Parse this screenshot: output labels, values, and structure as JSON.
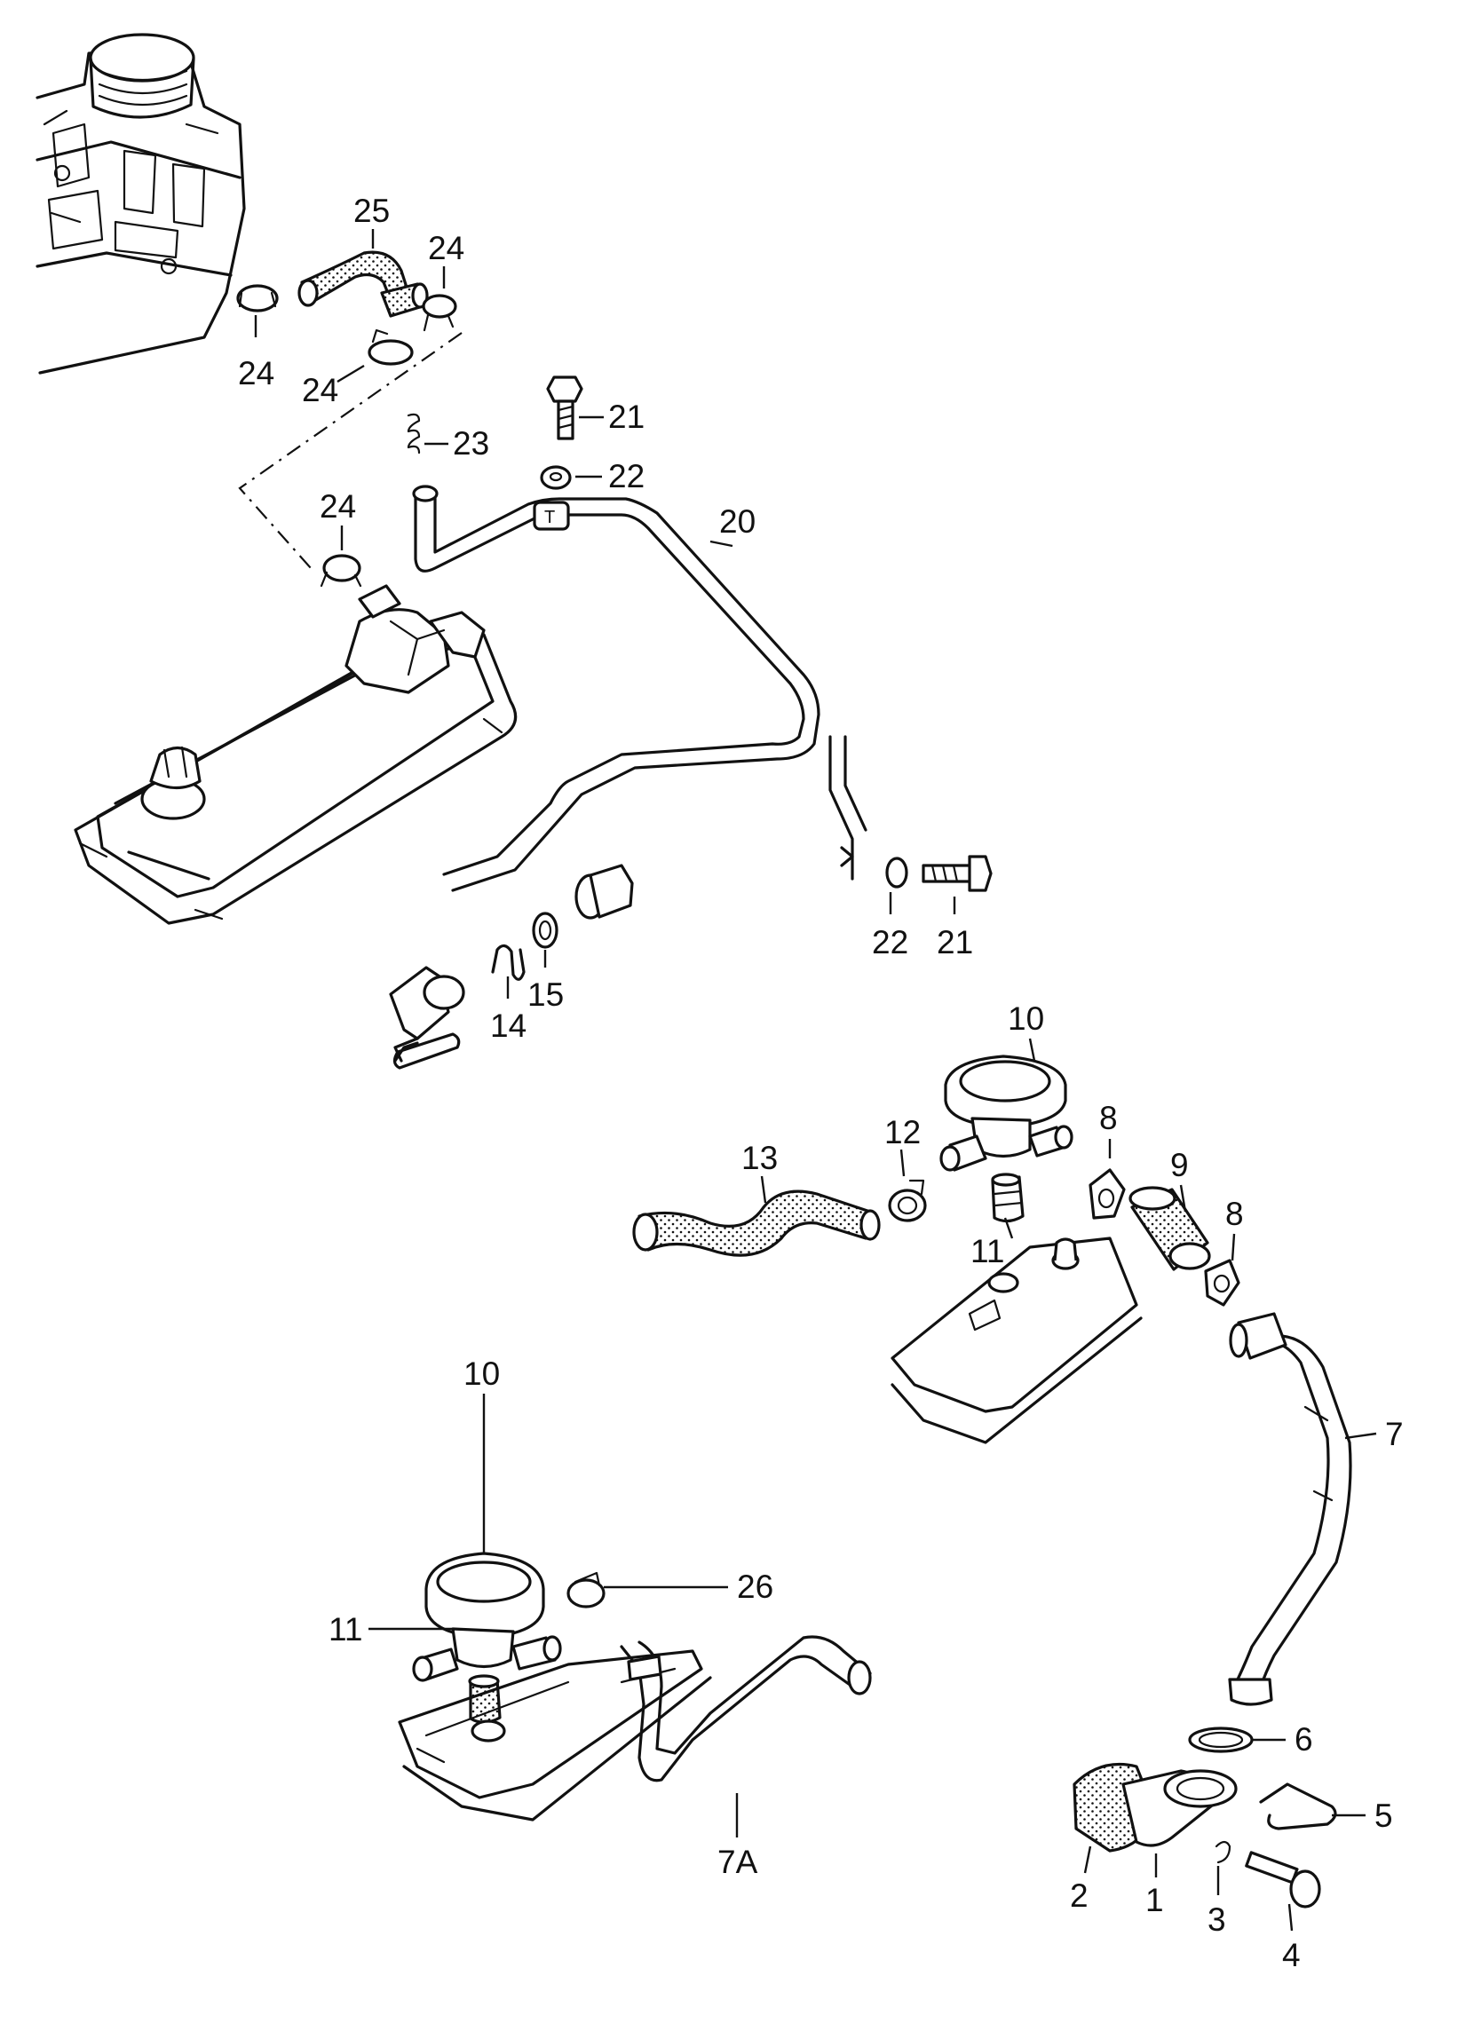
{
  "callouts": {
    "c1": "1",
    "c2": "2",
    "c3": "3",
    "c4": "4",
    "c5": "5",
    "c6": "6",
    "c7": "7",
    "c7a": "7A",
    "c8a": "8",
    "c8b": "8",
    "c9": "9",
    "c10a": "10",
    "c10b": "10",
    "c11a": "11",
    "c11b": "11",
    "c12": "12",
    "c13": "13",
    "c14": "14",
    "c15": "15",
    "c20": "20",
    "c21a": "21",
    "c21b": "21",
    "c22a": "22",
    "c22b": "22",
    "c23": "23",
    "c24a": "24",
    "c24b": "24",
    "c24c": "24",
    "c24d": "24",
    "c25": "25",
    "c26": "26"
  },
  "tee_marking": "T"
}
